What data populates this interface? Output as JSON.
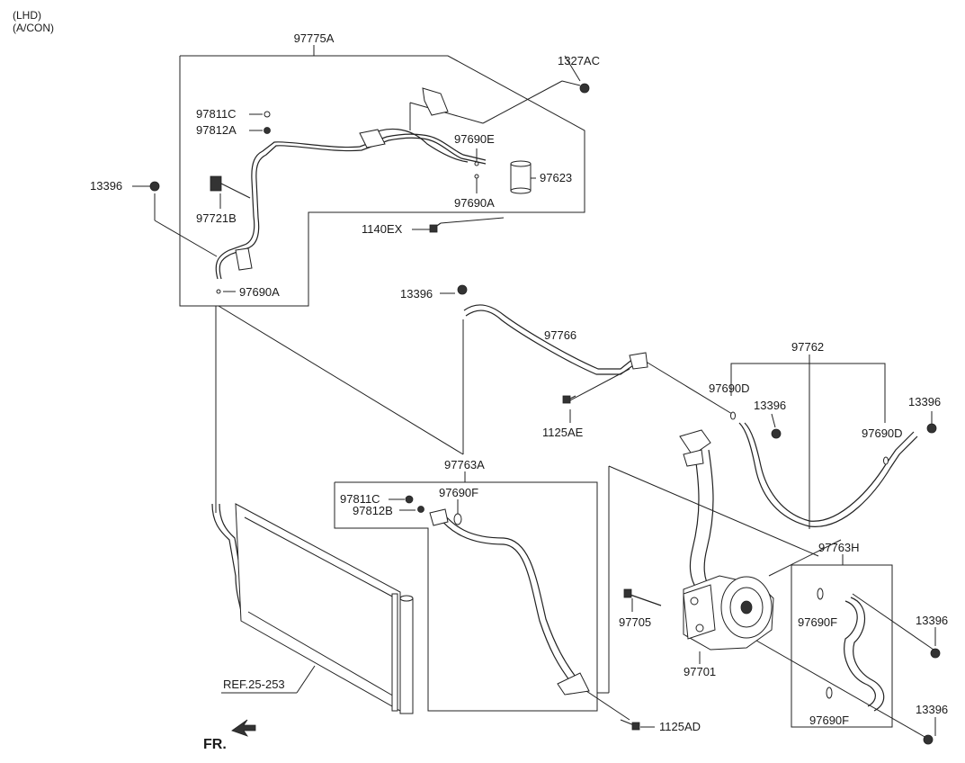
{
  "header": {
    "line1": "(LHD)",
    "line2": "(A/CON)"
  },
  "labels": {
    "l_97775A": "97775A",
    "l_1327AC": "1327AC",
    "l_97811C_a": "97811C",
    "l_97812A": "97812A",
    "l_97690E": "97690E",
    "l_97623": "97623",
    "l_97690A_a": "97690A",
    "l_13396_a": "13396",
    "l_97721B": "97721B",
    "l_1140EX": "1140EX",
    "l_97690A_b": "97690A",
    "l_13396_b": "13396",
    "l_97766": "97766",
    "l_97762": "97762",
    "l_97690D_a": "97690D",
    "l_13396_c": "13396",
    "l_13396_d": "13396",
    "l_1125AE": "1125AE",
    "l_97690D_b": "97690D",
    "l_97763A": "97763A",
    "l_97811C_b": "97811C",
    "l_97690F_a": "97690F",
    "l_97812B": "97812B",
    "l_97763H": "97763H",
    "l_97705": "97705",
    "l_97690F_b": "97690F",
    "l_13396_e": "13396",
    "l_97701": "97701",
    "l_REF": "REF.25-253",
    "l_1125AD": "1125AD",
    "l_97690F_c": "97690F",
    "l_13396_f": "13396",
    "l_FR": "FR."
  }
}
